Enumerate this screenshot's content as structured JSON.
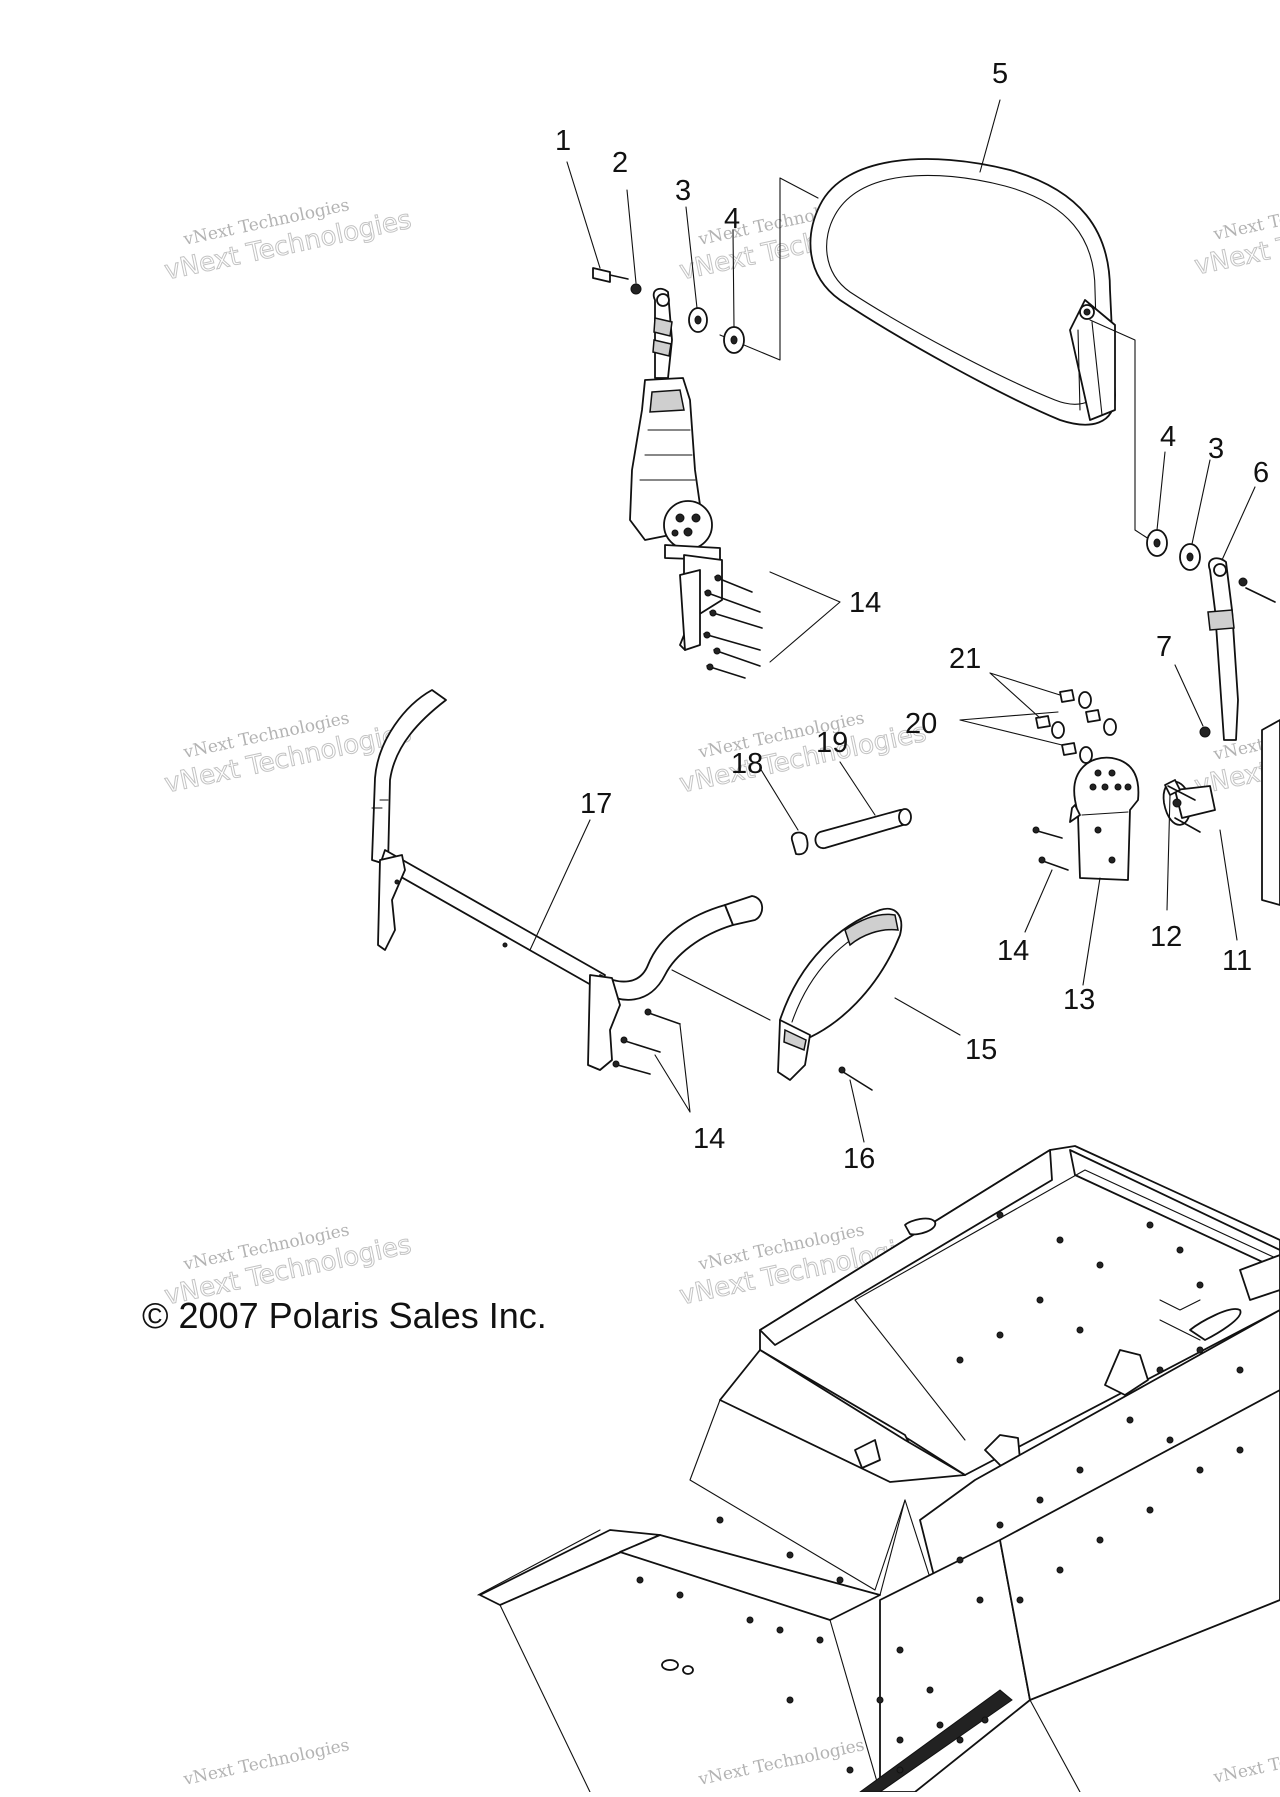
{
  "callouts": [
    {
      "id": "1",
      "label": "1"
    },
    {
      "id": "2",
      "label": "2"
    },
    {
      "id": "3a",
      "label": "3"
    },
    {
      "id": "4a",
      "label": "4"
    },
    {
      "id": "5",
      "label": "5"
    },
    {
      "id": "4b",
      "label": "4"
    },
    {
      "id": "3b",
      "label": "3"
    },
    {
      "id": "6",
      "label": "6"
    },
    {
      "id": "14a",
      "label": "14"
    },
    {
      "id": "21",
      "label": "21"
    },
    {
      "id": "20",
      "label": "20"
    },
    {
      "id": "7",
      "label": "7"
    },
    {
      "id": "19",
      "label": "19"
    },
    {
      "id": "18",
      "label": "18"
    },
    {
      "id": "17",
      "label": "17"
    },
    {
      "id": "14b",
      "label": "14"
    },
    {
      "id": "12",
      "label": "12"
    },
    {
      "id": "11",
      "label": "11"
    },
    {
      "id": "13",
      "label": "13"
    },
    {
      "id": "15",
      "label": "15"
    },
    {
      "id": "14c",
      "label": "14"
    },
    {
      "id": "16",
      "label": "16"
    }
  ],
  "copyright": "© 2007 Polaris Sales Inc.",
  "watermark": {
    "line1": "vNext Technologies",
    "line2": "vNext Technologies"
  },
  "colors": {
    "ink": "#111111",
    "watermark": "#9a9a9a",
    "background": "#ffffff"
  }
}
